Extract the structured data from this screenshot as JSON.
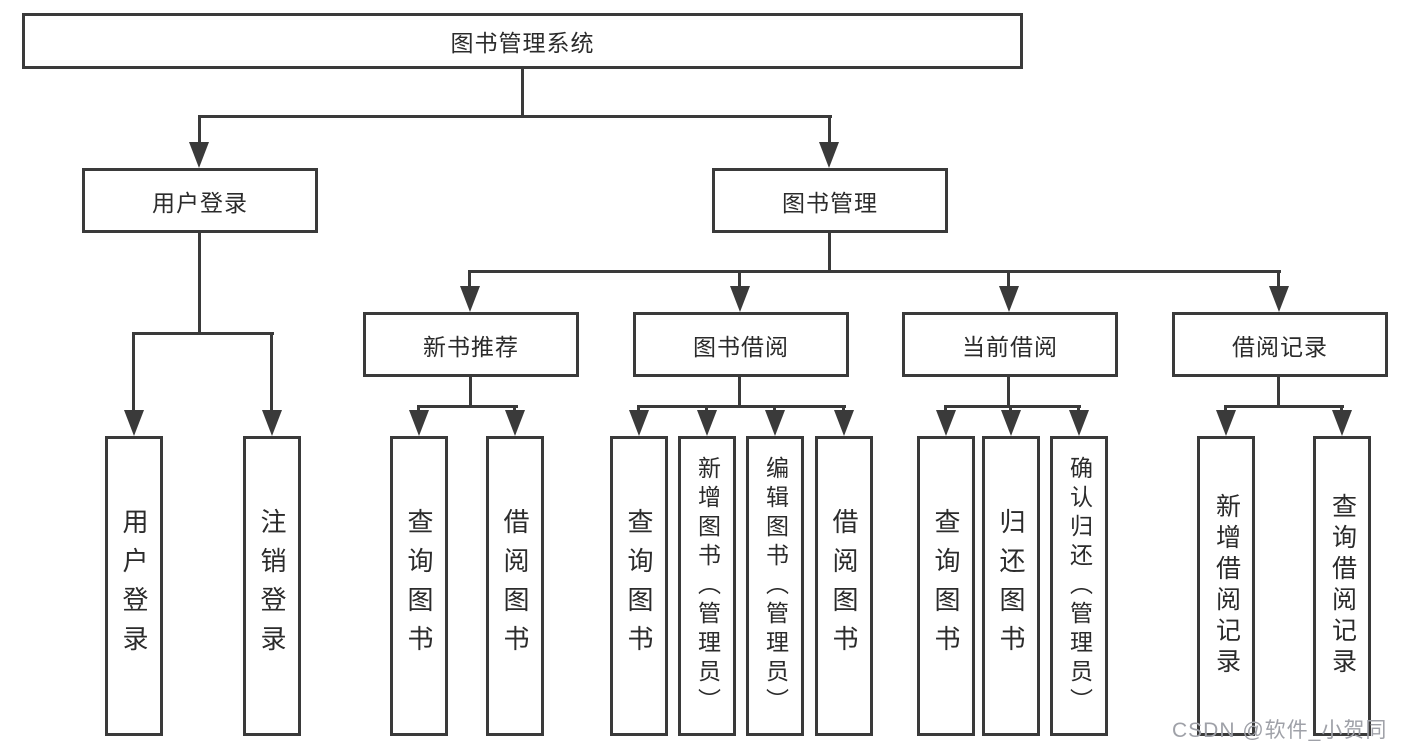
{
  "diagram": {
    "title": "图书管理系统",
    "tree": {
      "label": "图书管理系统",
      "children": [
        {
          "label": "用户登录",
          "children": [
            {
              "label": "用户登录"
            },
            {
              "label": "注销登录"
            }
          ]
        },
        {
          "label": "图书管理",
          "children": [
            {
              "label": "新书推荐",
              "children": [
                {
                  "label": "查询图书"
                },
                {
                  "label": "借阅图书"
                }
              ]
            },
            {
              "label": "图书借阅",
              "children": [
                {
                  "label": "查询图书"
                },
                {
                  "label": "新增图书（管理员）"
                },
                {
                  "label": "编辑图书（管理员）"
                },
                {
                  "label": "借阅图书"
                }
              ]
            },
            {
              "label": "当前借阅",
              "children": [
                {
                  "label": "查询图书"
                },
                {
                  "label": "归还图书"
                },
                {
                  "label": "确认归还（管理员）"
                }
              ]
            },
            {
              "label": "借阅记录",
              "children": [
                {
                  "label": "新增借阅记录"
                },
                {
                  "label": "查询借阅记录"
                }
              ]
            }
          ]
        }
      ]
    },
    "colors": {
      "line": "#3a3a3a",
      "text": "#2b2b2b",
      "background": "#ffffff",
      "watermark": "#9fa1a8"
    }
  },
  "watermark": {
    "text": "CSDN @软件_小贺同学"
  }
}
